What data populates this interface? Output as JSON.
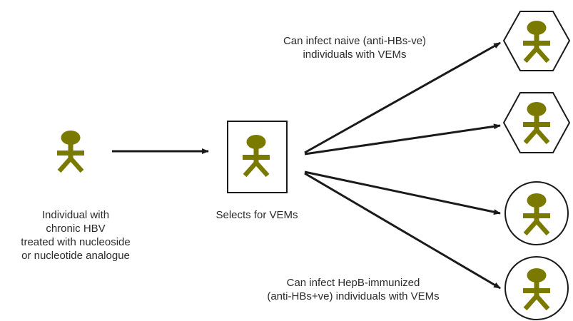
{
  "colors": {
    "person": "#7a7a00",
    "lines": "#1a1a1a",
    "text": "#2b2b2b"
  },
  "icons": {
    "person": "person-icon",
    "arrow": "arrowhead-icon"
  },
  "labels": {
    "source": [
      "Individual with",
      "chronic HBV",
      "treated with nucleoside",
      "or nucleotide analogue"
    ],
    "selects": "Selects for VEMs",
    "naive": [
      "Can infect naive (anti-HBs-ve)",
      "individuals with VEMs"
    ],
    "immunized": [
      "Can infect HepB-immunized",
      "(anti-HBs+ve) individuals with VEMs"
    ]
  },
  "recipients": {
    "naive_shape": "hexagon",
    "immunized_shape": "circle"
  }
}
